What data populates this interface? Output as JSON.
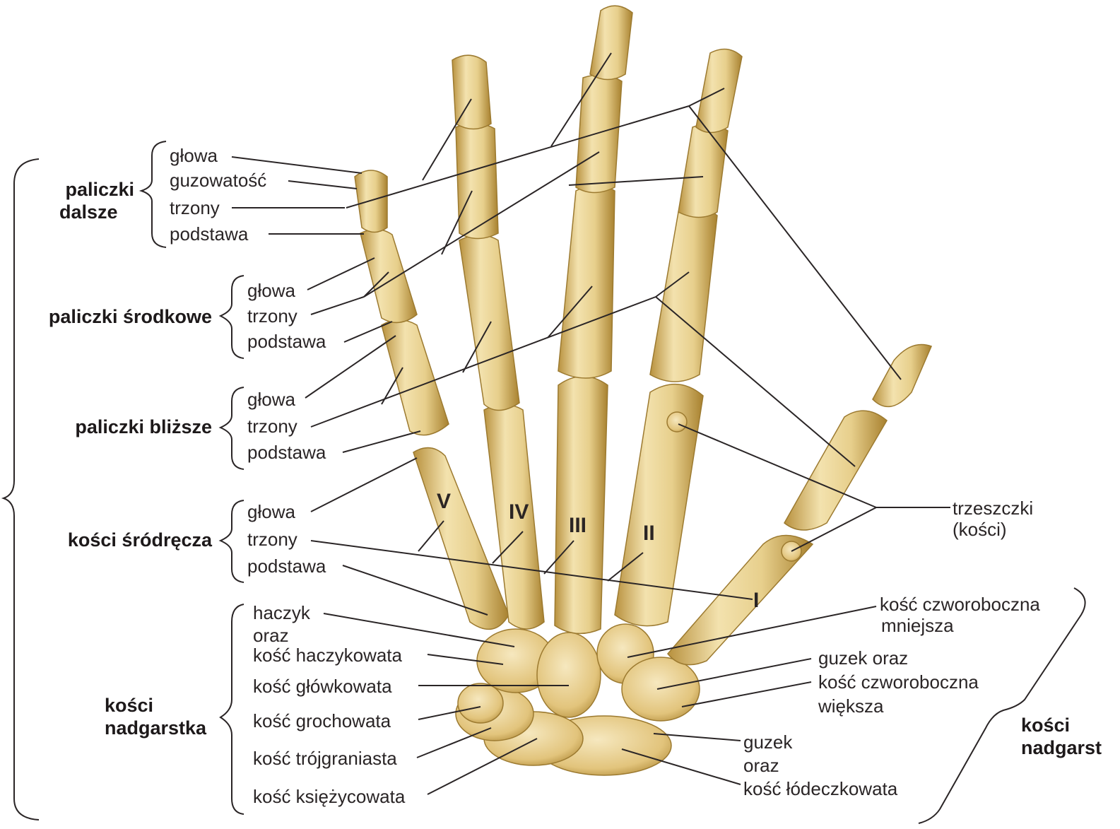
{
  "groups": {
    "distal": [
      "paliczki",
      "dalsze"
    ],
    "middle": "paliczki środkowe",
    "proximal": "paliczki bliższe",
    "metacarpal": "kości śródręcza",
    "carpal": [
      "kości",
      "nadgarstka"
    ],
    "carpal_right": [
      "kości",
      "nadgarst"
    ]
  },
  "distal_parts": [
    "głowa",
    "guzowatość",
    "trzony",
    "podstawa"
  ],
  "middle_parts": [
    "głowa",
    "trzony",
    "podstawa"
  ],
  "proximal_parts": [
    "głowa",
    "trzony",
    "podstawa"
  ],
  "metacarpal_parts": [
    "głowa",
    "trzony",
    "podstawa"
  ],
  "carpal_left": [
    "haczyk",
    "oraz",
    "kość haczykowata",
    "kość główkowata",
    "kość grochowata",
    "kość trójgraniasta",
    "kość księżycowata"
  ],
  "carpal_right_labels": {
    "trapezoid": [
      "kość czworoboczna",
      "mniejsza"
    ],
    "trapezium": [
      "guzek oraz",
      "kość czworoboczna",
      "większa"
    ],
    "scaphoid": [
      "guzek",
      "oraz",
      "kość łódeczkowata"
    ]
  },
  "sesamoid": [
    "trzeszczki",
    "(kości)"
  ],
  "roman": [
    "V",
    "IV",
    "III",
    "II",
    "I"
  ],
  "colors": {
    "bone": "#e7cf8c",
    "bone_shadow": "#b8913e",
    "bone_light": "#f6e8bf",
    "line": "#2a2526"
  }
}
